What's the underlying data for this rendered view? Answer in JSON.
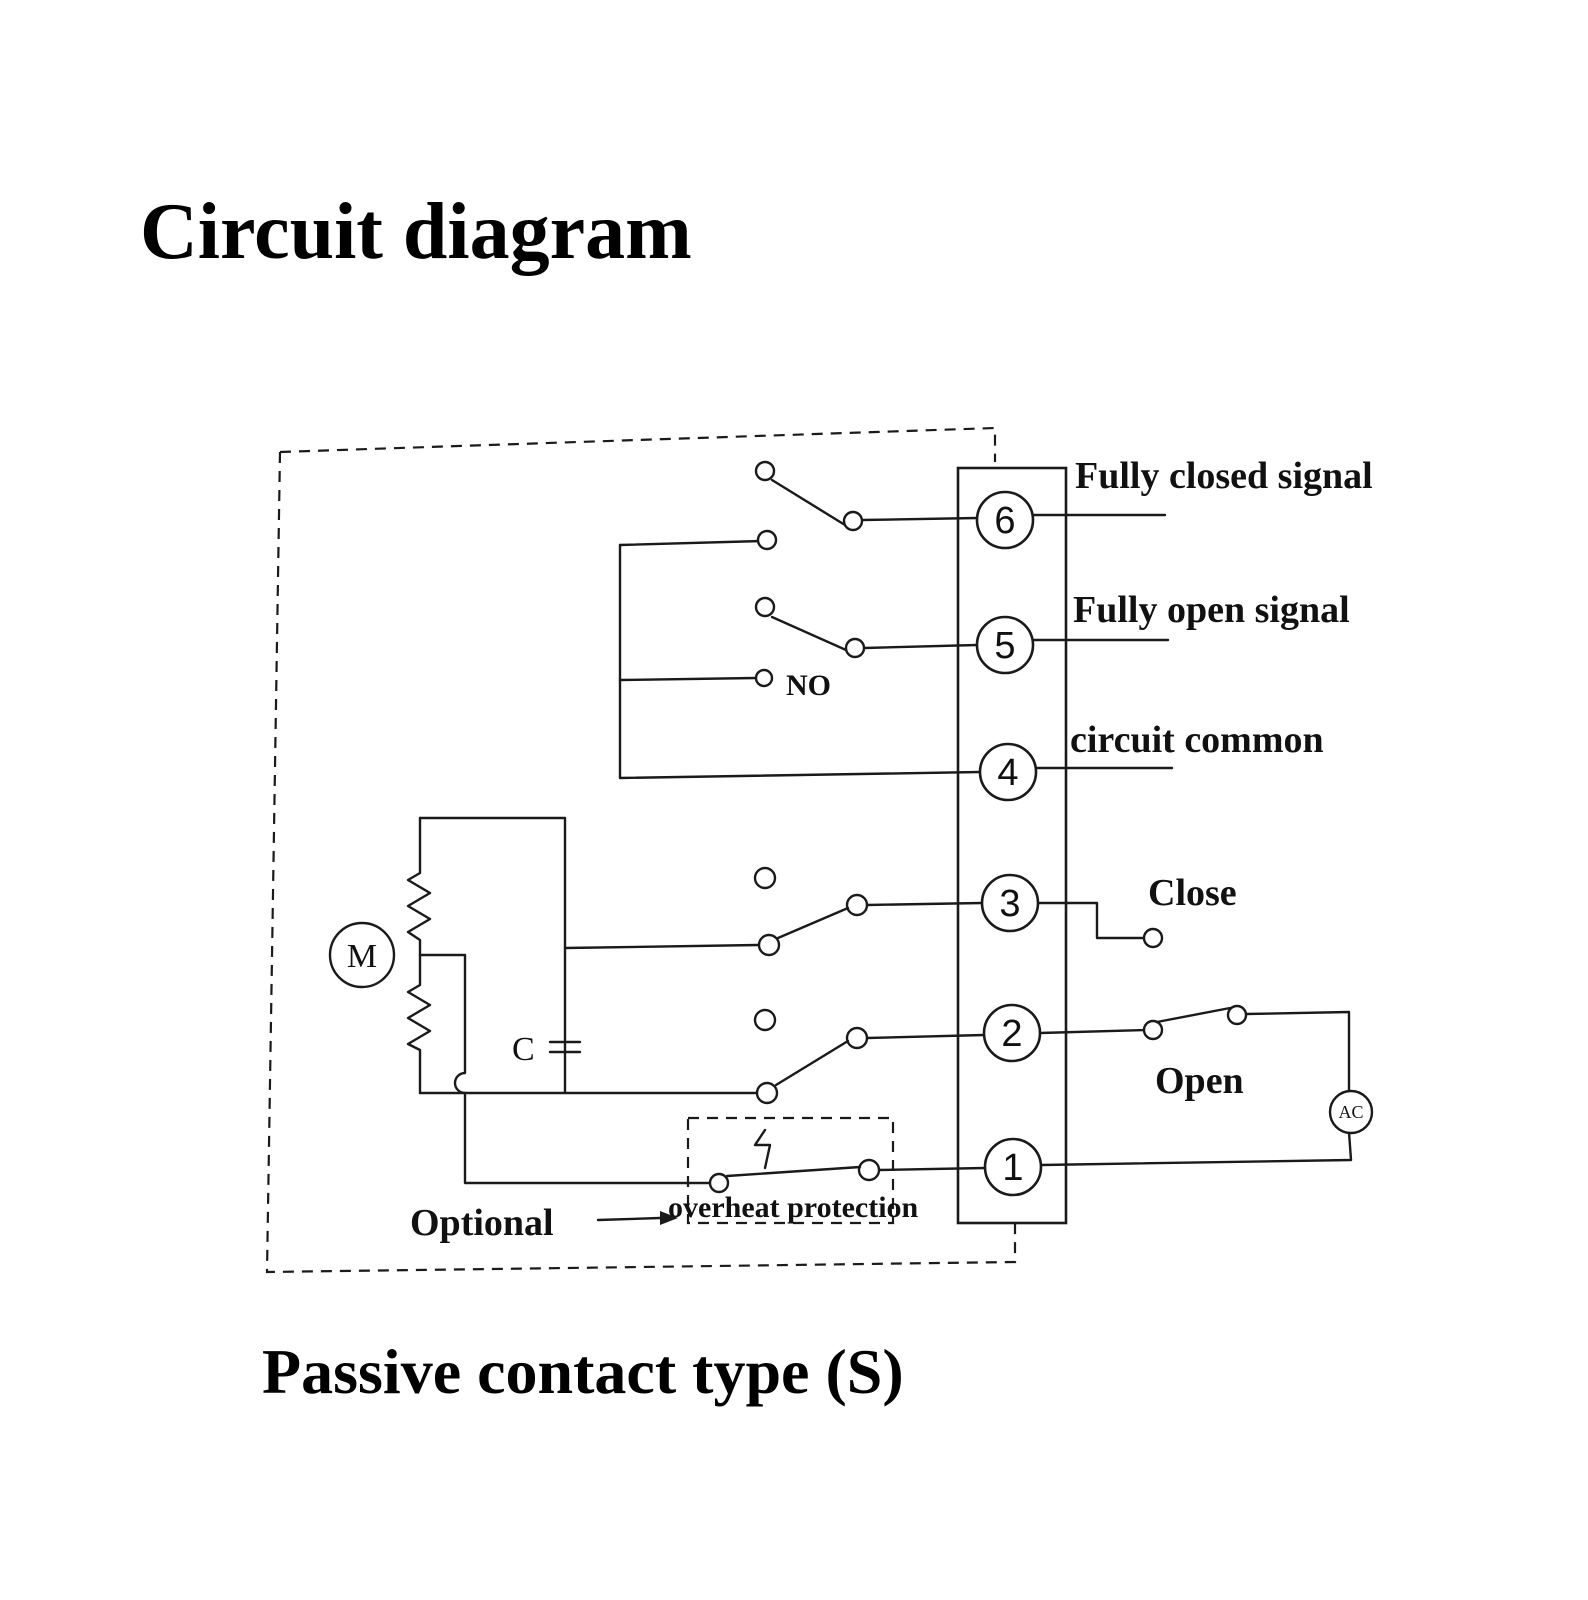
{
  "title": "Circuit diagram",
  "subtitle": "Passive contact type  (S)",
  "terminals": [
    {
      "number": "6",
      "label": "Fully closed signal"
    },
    {
      "number": "5",
      "label": "Fully open signal"
    },
    {
      "number": "4",
      "label": "circuit common"
    },
    {
      "number": "3",
      "label": "Close"
    },
    {
      "number": "2",
      "label": "Open"
    },
    {
      "number": "1",
      "label": ""
    }
  ],
  "components": {
    "motor": "M",
    "capacitor": "C",
    "no_contact": "NO",
    "ac_source": "AC",
    "overheat": "overheat protection",
    "optional": "Optional"
  }
}
